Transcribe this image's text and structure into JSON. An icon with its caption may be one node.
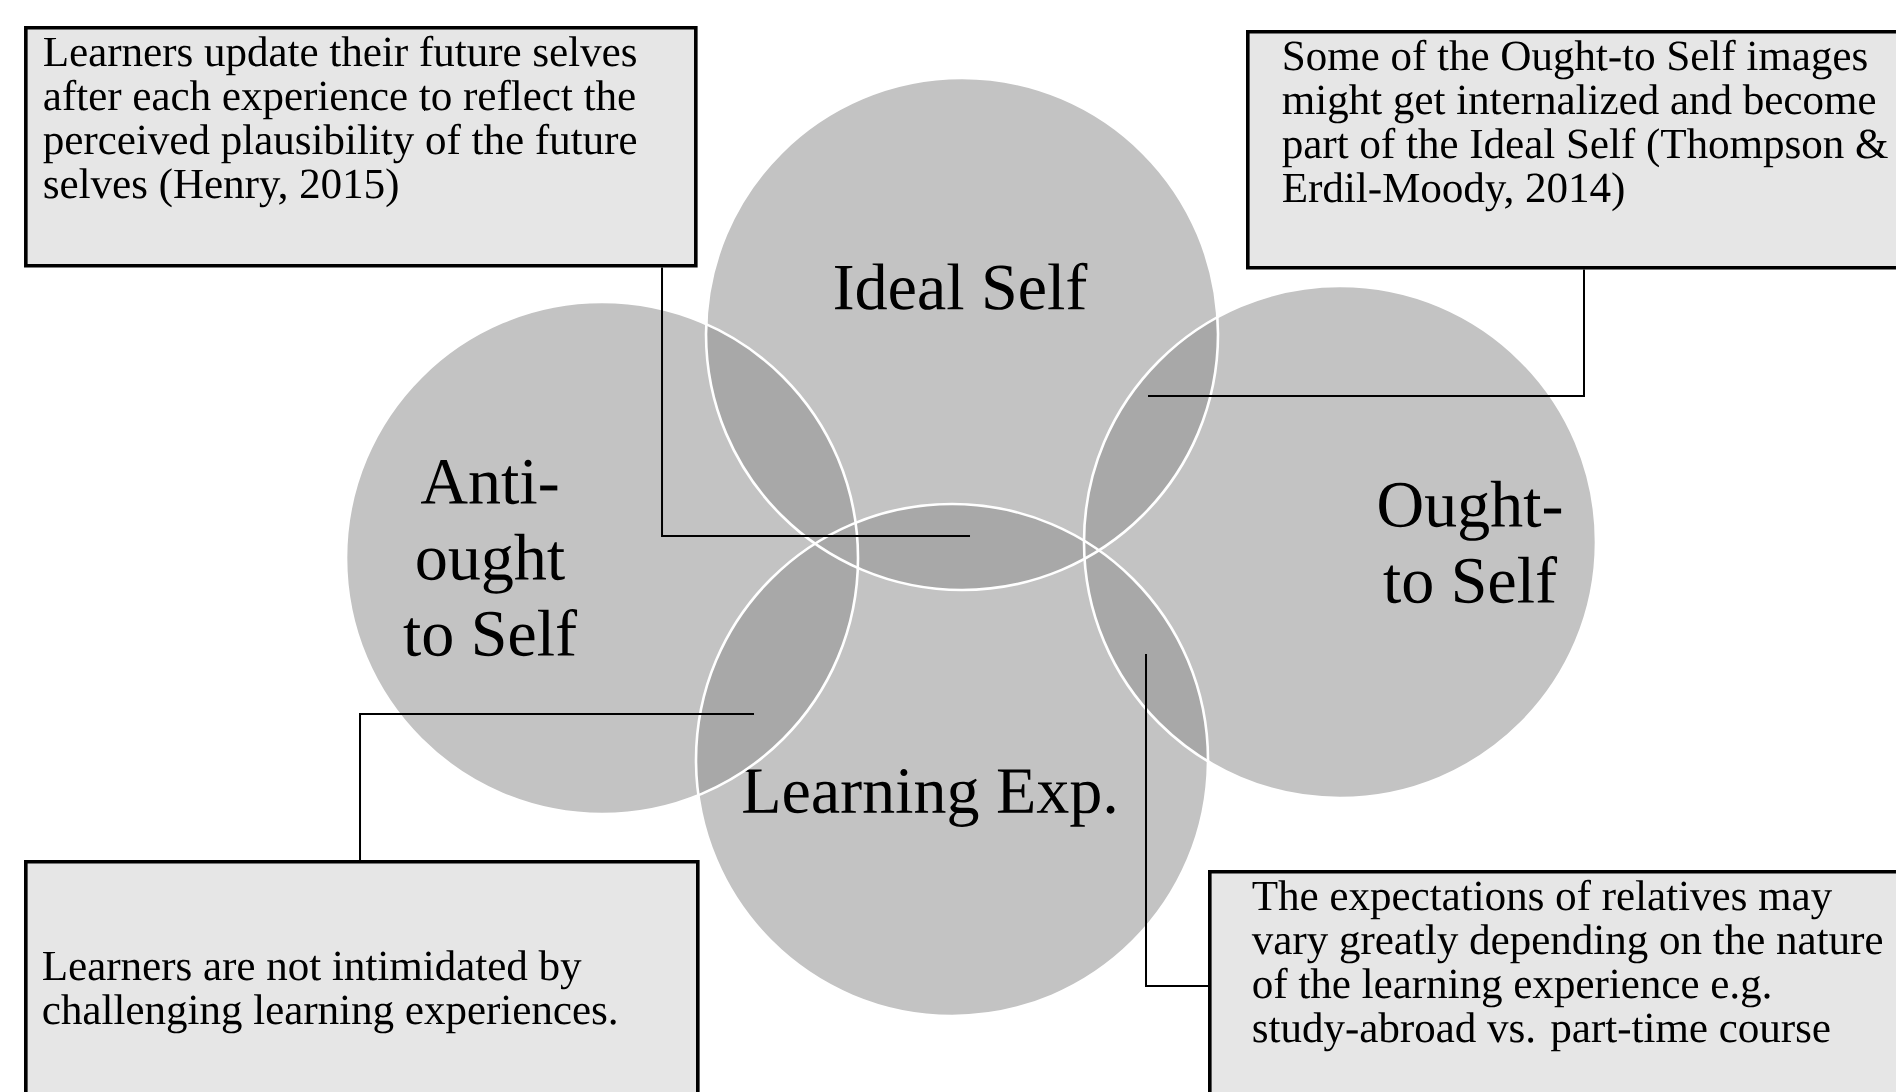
{
  "diagram": {
    "nodes": [
      {
        "text": [
          "Learners update their future selves after each experience to reflect the perceived plausibility of the future selves (Henry, 2015)"
        ]
      },
      {
        "text": [
          "Ideal Self"
        ]
      },
      {
        "text": [
          "Some of the Ought-to Self images might get internalized and become part of the Ideal Self (Thompson & Erdil-Moody, 2014)"
        ]
      },
      {
        "text": [
          "Anti- ought to Self"
        ]
      },
      {
        "text": [
          "Ought- to Self"
        ]
      },
      {
        "text": [
          "Learning Exp."
        ]
      },
      {
        "text": [
          "Learners are not intimidated by challenging learning experiences."
        ]
      },
      {
        "text": [
          "The expectations of relatives may vary greatly depending on the nature of the learning experience e.g. study-abroad vs. part-time course"
        ]
      }
    ],
    "edges": [
      {
        "from": 0,
        "to": 5,
        "arrow": "none"
      },
      {
        "from": 2,
        "to": 4,
        "arrow": "none"
      },
      {
        "from": 6,
        "to": 3,
        "arrow": "none"
      },
      {
        "from": 7,
        "to": 4,
        "arrow": "none"
      }
    ]
  }
}
